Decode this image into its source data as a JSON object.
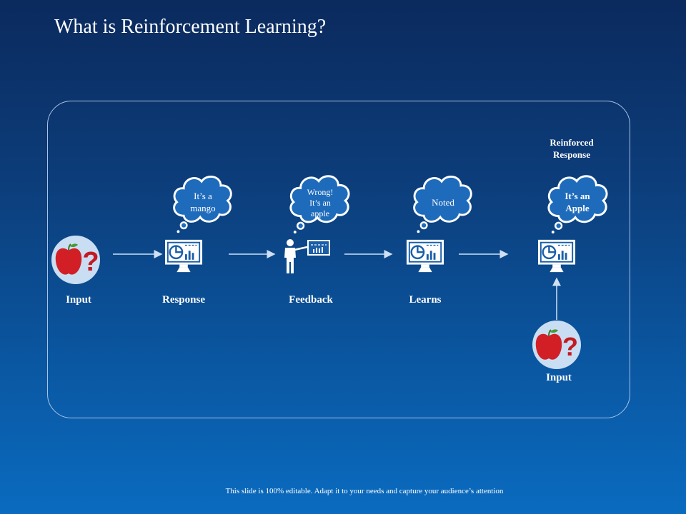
{
  "slide": {
    "title": "What is Reinforcement Learning?",
    "footer": "This slide is 100% editable. Adapt it to your needs and capture your audience’s attention"
  },
  "steps": {
    "input_1": "Input",
    "response": "Response",
    "feedback": "Feedback",
    "learns": "Learns",
    "input_2": "Input"
  },
  "clouds": {
    "response": [
      "It’s a",
      "mango"
    ],
    "feedback": [
      "Wrong!",
      "It’s an",
      "apple"
    ],
    "learns": [
      "Noted"
    ],
    "reinforced": [
      "It’s an",
      "Apple"
    ]
  },
  "reinforced_heading": [
    "Reinforced",
    "Response"
  ],
  "icons": {
    "input": "apple-question-icon",
    "computer": "monitor-chart-icon",
    "teacher": "presenter-board-icon",
    "cloud": "thought-cloud-icon",
    "arrow": "arrow-right-icon"
  },
  "colors": {
    "cloud_fill": "#1f6bbb",
    "circle_fill": "#c9def3",
    "apple_red": "#d21f26",
    "question_red": "#c41a21"
  }
}
